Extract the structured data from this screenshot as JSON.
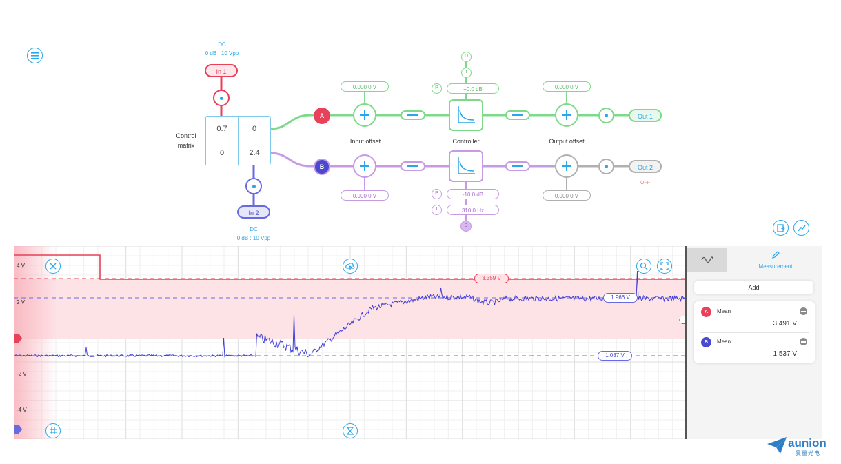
{
  "menu": {
    "icon": "menu-icon"
  },
  "in1": {
    "coupling": "DC",
    "range": "0 dB : 10 Vpp",
    "label": "In 1"
  },
  "in2": {
    "coupling": "DC",
    "range": "0 dB : 10 Vpp",
    "label": "In 2"
  },
  "matrix": {
    "label_line1": "Control",
    "label_line2": "matrix",
    "cells": [
      "0.7",
      "0",
      "0",
      "2.4"
    ]
  },
  "channel_a": {
    "badge": "A",
    "input_offset": "0.000 0  V",
    "input_offset_label": "Input offset",
    "controller_label": "Controller",
    "p_label": "P",
    "i_label": "I",
    "d_label": "D",
    "p_value": "+0.0  dB",
    "output_offset": "0.000 0  V",
    "output_offset_label": "Output offset",
    "out_label": "Out 1"
  },
  "channel_b": {
    "badge": "B",
    "input_offset": "0.000 0  V",
    "p_label": "P",
    "i_label": "I",
    "d_label": "D",
    "p_value": "-10.0  dB",
    "i_value": "310.0  Hz",
    "output_offset": "0.000 0  V",
    "out_label": "Out 2",
    "out_state": "OFF"
  },
  "scope": {
    "y_ticks": [
      "4 V",
      "2 V",
      "-2 V",
      "-4 V"
    ],
    "ch_a_level": "3.359 V",
    "ch_b_upper": "1.966 V",
    "ch_b_lower": "1.087 V",
    "colors": {
      "ch_a": "#e8415a",
      "ch_b": "#3f3fd6",
      "accent": "#2aa7e8"
    }
  },
  "side_panel": {
    "tab_label": "Measurement",
    "add_label": "Add",
    "meas_a": {
      "badge": "A",
      "type": "Mean",
      "value": "3.491 V"
    },
    "meas_b": {
      "badge": "B",
      "type": "Mean",
      "value": "1.537 V"
    }
  },
  "logo": {
    "name": "aunion",
    "subtitle": "昊量光电"
  }
}
